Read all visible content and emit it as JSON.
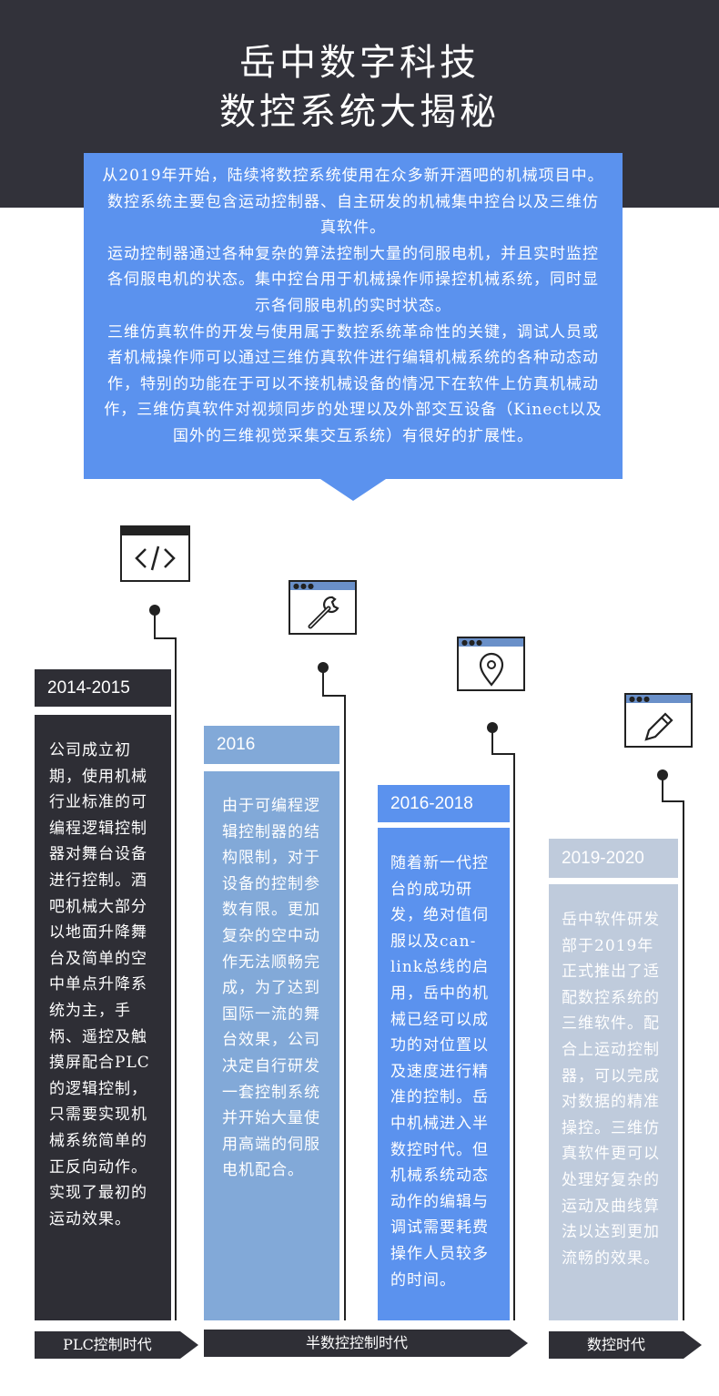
{
  "header": {
    "title_line1": "岳中数字科技",
    "title_line2": "数控系统大揭秘"
  },
  "intro": {
    "paragraphs": [
      "从2019年开始，陆续将数控系统使用在众多新开酒吧的机械项目中。数控系统主要包含运动控制器、自主研发的机械集中控台以及三维仿真软件。",
      "运动控制器通过各种复杂的算法控制大量的伺服电机，并且实时监控各伺服电机的状态。集中控台用于机械操作师操控机械系统，同时显示各伺服电机的实时状态。",
      "三维仿真软件的开发与使用属于数控系统革命性的关键，调试人员或者机械操作师可以通过三维仿真软件进行编辑机械系统的各种动态动作，特别的功能在于可以不接机械设备的情况下在软件上仿真机械动作，三维仿真软件对视频同步的处理以及外部交互设备（Kinect以及国外的三维视觉采集交互系统）有很好的扩展性。"
    ]
  },
  "timeline": [
    {
      "period": "2014-2015",
      "icon": "code-icon",
      "text": "公司成立初期，使用机械行业标准的可编程逻辑控制器对舞台设备进行控制。酒吧机械大部分以地面升降舞台及简单的空中单点升降系统为主，手柄、遥控及触摸屏配合PLC的逻辑控制，只需要实现机械系统简单的正反向动作。实现了最初的运动效果。"
    },
    {
      "period": "2016",
      "icon": "wrench-icon",
      "text": "由于可编程逻辑控制器的结构限制，对于设备的控制参数有限。更加复杂的空中动作无法顺畅完成，为了达到国际一流的舞台效果，公司决定自行研发一套控制系统并开始大量使用高端的伺服电机配合。"
    },
    {
      "period": "2016-2018",
      "icon": "location-pin-icon",
      "text": "随着新一代控台的成功研发，绝对值伺服以及can-link总线的启用，岳中的机械已经可以成功的对位置以及速度进行精准的控制。岳中机械进入半数控时代。但机械系统动态动作的编辑与调试需要耗费操作人员较多的时间。"
    },
    {
      "period": "2019-2020",
      "icon": "pencil-icon",
      "text": "岳中软件研发部于2019年正式推出了适配数控系统的三维软件。配合上运动控制器，可以完成对数据的精准操控。三维仿真软件更可以处理好复杂的运动及曲线算法以达到更加流畅的效果。"
    }
  ],
  "eras": [
    {
      "label": "PLC控制时代"
    },
    {
      "label": "半数控控制时代"
    },
    {
      "label": "数控时代"
    }
  ],
  "colors": {
    "dark": "#32323a",
    "intro_blue": "#5b92ee",
    "col1": "#2e2e35",
    "col2": "#82a9d8",
    "col3": "#5b92ee",
    "col4": "#bfcbdc"
  }
}
